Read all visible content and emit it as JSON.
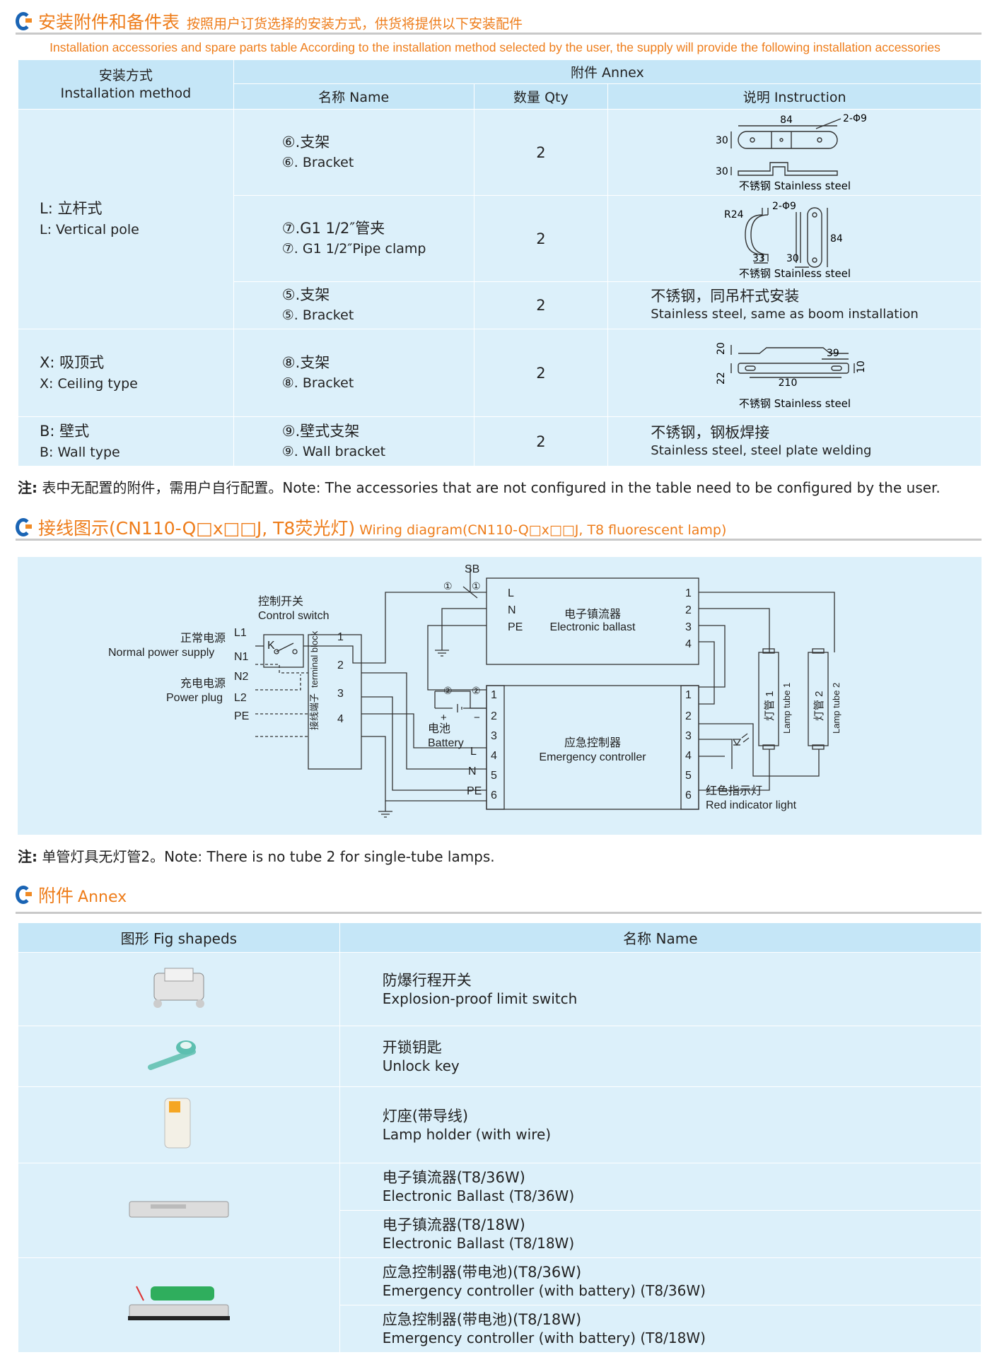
{
  "section1": {
    "title": "安装附件和备件表",
    "subtitle": "按照用户订货选择的安装方式，供货将提供以下安装配件",
    "subtitle_en": "Installation accessories and spare parts table According to the installation method selected by the user, the supply will provide the following installation accessories"
  },
  "acc_table": {
    "header": {
      "method_cn": "安装方式",
      "method_en": "Installation method",
      "annex": "附件 Annex",
      "name": "名称 Name",
      "qty": "数量 Qty",
      "instruction": "说明 Instruction"
    },
    "groups": [
      {
        "method_cn": "L: 立杆式",
        "method_en": "L: Vertical pole"
      },
      {
        "method_cn": "X: 吸顶式",
        "method_en": "X: Ceiling type"
      },
      {
        "method_cn": "B: 壁式",
        "method_en": "B: Wall type"
      }
    ],
    "rows": [
      {
        "name_cn": "⑥.支架",
        "name_en": "⑥. Bracket",
        "qty": "2",
        "fig": {
          "dim1": "84",
          "dim2": "2-Φ9",
          "dim3": "30",
          "dim4": "30",
          "caption": "不锈钢 Stainless steel"
        }
      },
      {
        "name_cn": "⑦.G1 1/2″管夹",
        "name_en": "⑦. G1 1/2″Pipe clamp",
        "qty": "2",
        "fig": {
          "dim1": "R24",
          "dim2": "2-Φ9",
          "dim3": "84",
          "dim4": "33",
          "dim5": "30",
          "caption": "不锈钢 Stainless steel"
        }
      },
      {
        "name_cn": "⑤.支架",
        "name_en": "⑤. Bracket",
        "qty": "2",
        "inst_cn": "不锈钢，同吊杆式安装",
        "inst_en": "Stainless steel, same as boom installation"
      },
      {
        "name_cn": "⑧.支架",
        "name_en": "⑧. Bracket",
        "qty": "2",
        "fig": {
          "dim1": "20",
          "dim2": "39",
          "dim3": "22",
          "dim4": "210",
          "dim5": "10",
          "caption": "不锈钢 Stainless steel"
        }
      },
      {
        "name_cn": "⑨.壁式支架",
        "name_en": "⑨. Wall bracket",
        "qty": "2",
        "inst_cn": "不锈钢，钢板焊接",
        "inst_en": "Stainless steel, steel plate welding"
      }
    ]
  },
  "note1": {
    "label": "注:",
    "text": " 表中无配置的附件，需用户自行配置。Note: The accessories that are not configured in the table need to be configured by the user."
  },
  "section2": {
    "title": "接线图示(CN110-Q□x□□J, T8荧光灯)",
    "subtitle": "Wiring diagram(CN110-Q□x□□J, T8 fluorescent lamp)"
  },
  "wiring": {
    "sb": "SB",
    "control_switch_cn": "控制开关",
    "control_switch_en": "Control switch",
    "k": "K",
    "normal_power_cn": "正常电源",
    "normal_power_en": "Normal power supply",
    "power_plug_cn": "充电电源",
    "power_plug_en": "Power plug",
    "inputs": [
      "L1",
      "N1",
      "N2",
      "L2",
      "PE"
    ],
    "terminal_cn": "接线端子",
    "terminal_en": "terminal block",
    "terminal_nums": [
      "1",
      "2",
      "3",
      "4"
    ],
    "ballast_cn": "电子镇流器",
    "ballast_en": "Electronic ballast",
    "ballast_left": [
      "L",
      "N",
      "PE"
    ],
    "ballast_right": [
      "1",
      "2",
      "3",
      "4"
    ],
    "controller_cn": "应急控制器",
    "controller_en": "Emergency controller",
    "controller_nums": [
      "1",
      "2",
      "3",
      "4",
      "5",
      "6"
    ],
    "controller_side": [
      "L",
      "N",
      "PE"
    ],
    "battery_cn": "电池",
    "battery_en": "Battery",
    "circle1": "①",
    "circle2": "②",
    "plus": "+",
    "minus": "−",
    "tube1_cn": "灯管 1",
    "tube1_en": "Lamp tube 1",
    "tube2_cn": "灯管 2",
    "tube2_en": "Lamp tube 2",
    "indicator_cn": "红色指示灯",
    "indicator_en": "Red indicator light"
  },
  "note2": {
    "label": "注:",
    "text": " 单管灯具无灯管2。Note: There is no tube 2 for single-tube lamps."
  },
  "section3": {
    "title": "附件",
    "subtitle": "Annex"
  },
  "annex_table": {
    "header": {
      "fig": "图形 Fig shapeds",
      "name": "名称 Name"
    },
    "items": [
      {
        "cn": "防爆行程开关",
        "en": "Explosion-proof limit switch"
      },
      {
        "cn": "开锁钥匙",
        "en": "Unlock key"
      },
      {
        "cn": "灯座(带导线)",
        "en": "Lamp holder (with wire)"
      },
      {
        "cn": "电子镇流器(T8/36W)",
        "en": "Electronic Ballast (T8/36W)"
      },
      {
        "cn": "电子镇流器(T8/18W)",
        "en": "Electronic Ballast (T8/18W)"
      },
      {
        "cn": "应急控制器(带电池)(T8/36W)",
        "en": "Emergency controller (with battery) (T8/36W)"
      },
      {
        "cn": "应急控制器(带电池)(T8/18W)",
        "en": "Emergency controller (with battery) (T8/18W)"
      }
    ]
  }
}
